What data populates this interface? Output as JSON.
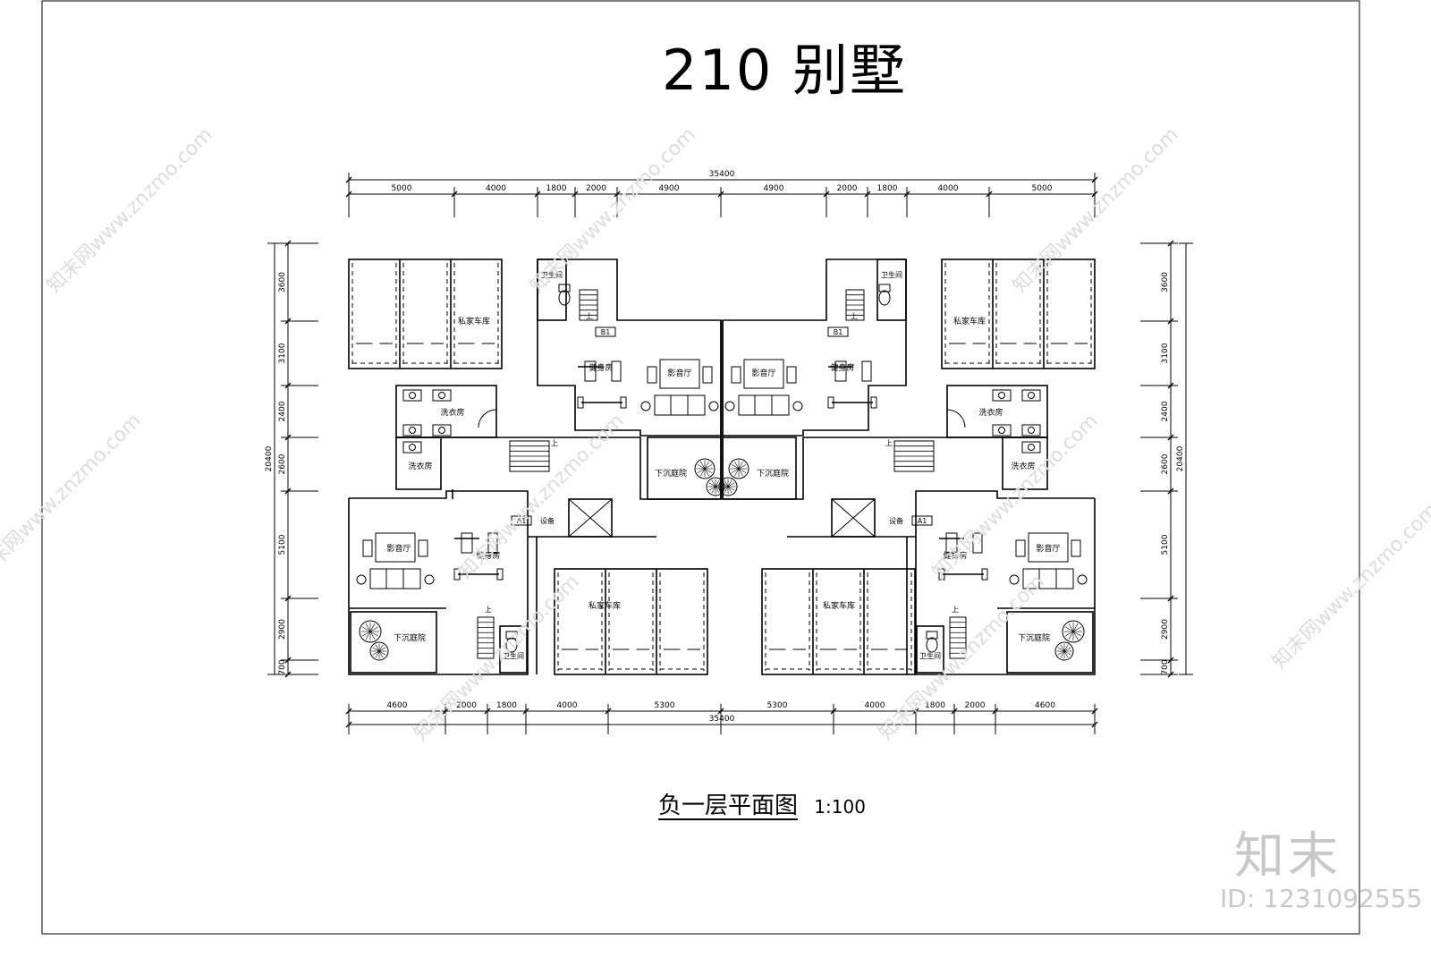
{
  "title": "210 别墅",
  "caption": {
    "name": "负一层平面图",
    "scale": "1:100"
  },
  "brand": "知末",
  "id_label": "ID: 1231092555",
  "watermark": "知末网www.znzmo.com",
  "dims": {
    "top_total": "35400",
    "top": [
      "5000",
      "4000",
      "1800",
      "2000",
      "4900",
      "4900",
      "2000",
      "1800",
      "4000",
      "5000"
    ],
    "bottom_total": "35400",
    "bottom": [
      "4600",
      "2000",
      "1800",
      "4000",
      "5300",
      "5300",
      "4000",
      "1800",
      "2000",
      "4600"
    ],
    "left_total": "20400",
    "left": [
      "3600",
      "3100",
      "2400",
      "2600",
      "5100",
      "2900",
      "700"
    ],
    "right_total": "20400",
    "right": [
      "3600",
      "3100",
      "2400",
      "2600",
      "5100",
      "2900",
      "700"
    ]
  },
  "rooms": {
    "garage": "私家车库",
    "toilet": "卫生间",
    "theater": "影音厅",
    "gym": "健身房",
    "laundry": "洗衣房",
    "sunken_garden": "下沉庭院",
    "stair_up": "上",
    "tag_b1": "B1",
    "tag_a1": "A1",
    "equipment": "设备"
  }
}
